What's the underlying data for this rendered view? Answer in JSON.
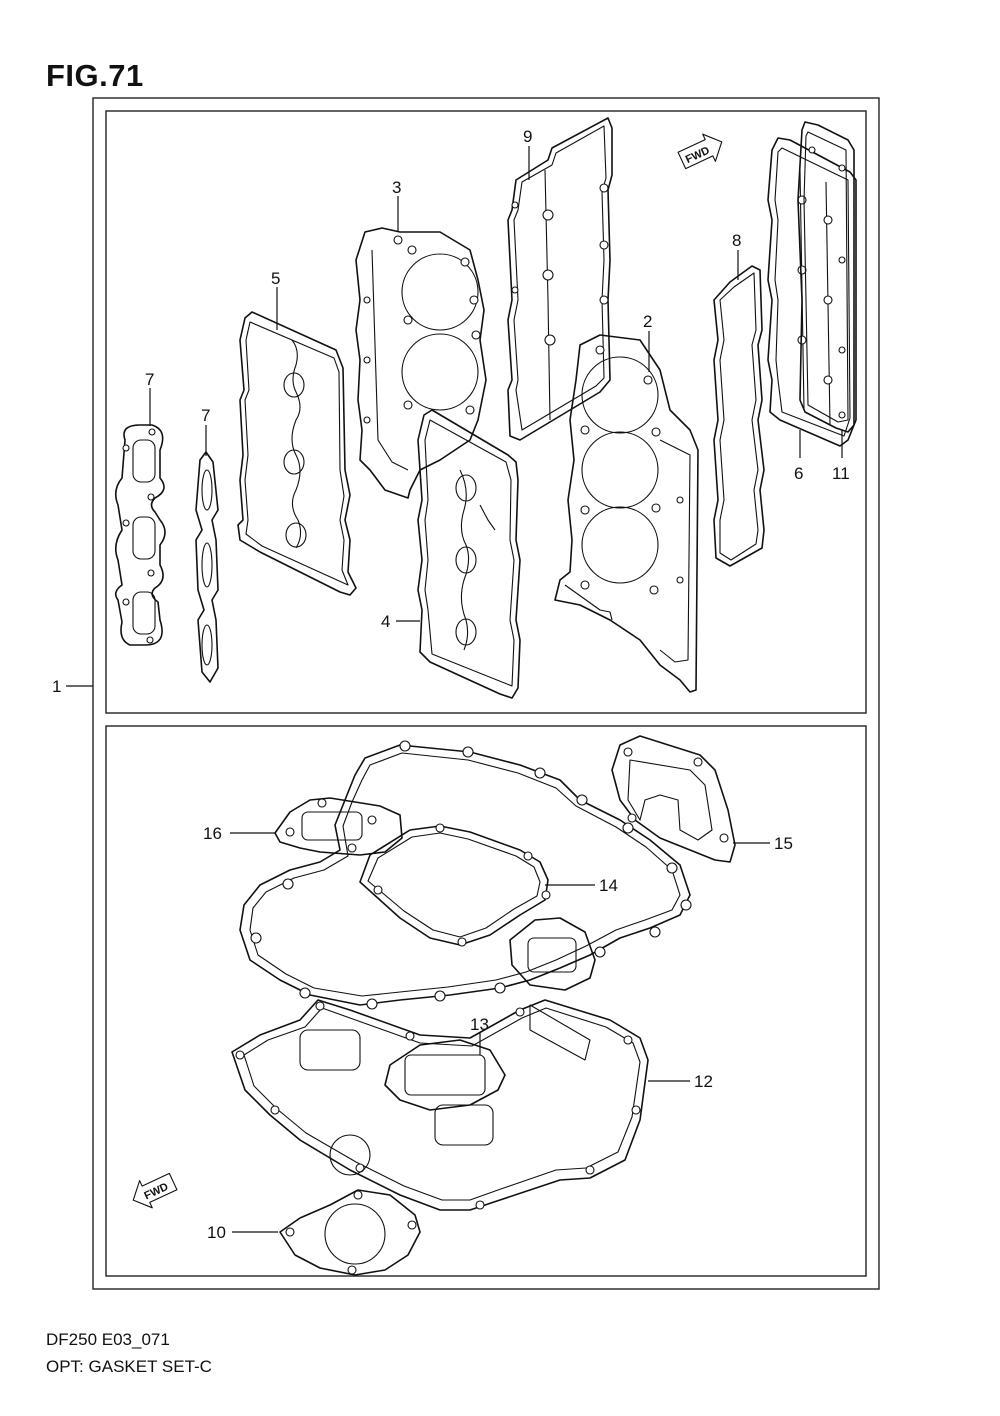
{
  "figure": {
    "title": "FIG.71"
  },
  "captions": {
    "model_code": "DF250 E03_071",
    "description": "OPT: GASKET SET-C"
  },
  "fwd_arrows": [
    "FWD",
    "FWD"
  ],
  "callouts": {
    "c1": "1",
    "c2": "2",
    "c3": "3",
    "c4": "4",
    "c5": "5",
    "c6": "6",
    "c7a": "7",
    "c7b": "7",
    "c8": "8",
    "c9": "9",
    "c10": "10",
    "c11": "11",
    "c12": "12",
    "c13": "13",
    "c14": "14",
    "c15": "15",
    "c16": "16"
  }
}
